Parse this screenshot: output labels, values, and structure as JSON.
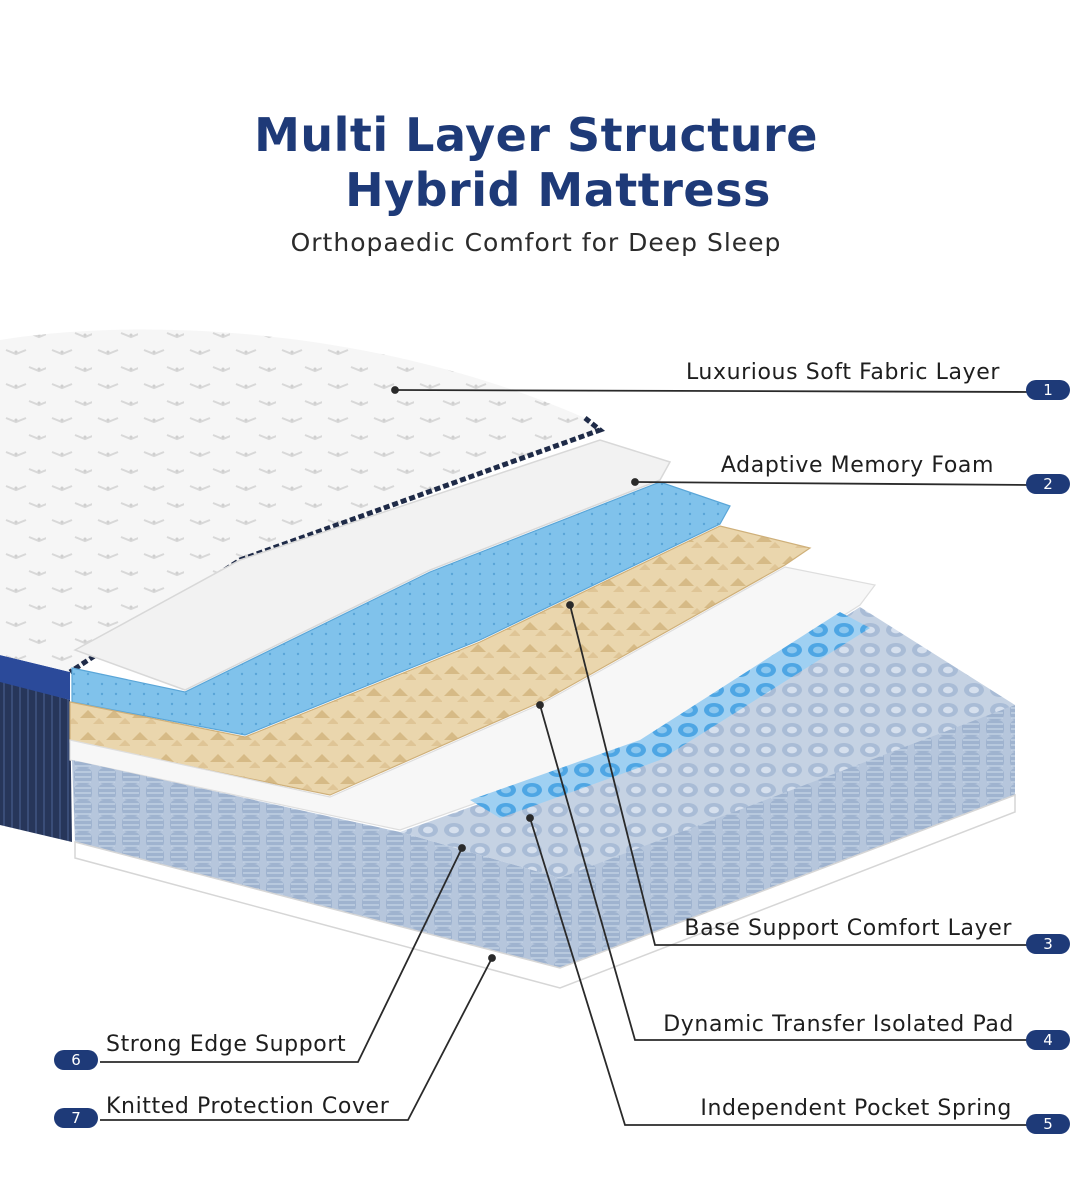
{
  "header": {
    "title_line1": "Multi Layer Structure",
    "title_line2": "Hybrid Mattress",
    "subtitle": "Orthopaedic Comfort for Deep Sleep"
  },
  "callouts": [
    {
      "number": "1",
      "label": "Luxurious Soft Fabric Layer"
    },
    {
      "number": "2",
      "label": "Adaptive Memory Foam"
    },
    {
      "number": "3",
      "label": "Base Support Comfort Layer"
    },
    {
      "number": "4",
      "label": "Dynamic Transfer Isolated Pad"
    },
    {
      "number": "5",
      "label": "Independent Pocket Spring"
    },
    {
      "number": "6",
      "label": "Strong Edge Support"
    },
    {
      "number": "7",
      "label": "Knitted Protection Cover"
    }
  ],
  "colors": {
    "brand_navy": "#1e3a78",
    "fabric_white": "#f7f7f7",
    "memory_foam_blue": "#7fc0ea",
    "egg_crate_beige": "#e8d3a8",
    "spring_gray_blue": "#aebfd6",
    "spring_blue": "#5fb0e8"
  }
}
